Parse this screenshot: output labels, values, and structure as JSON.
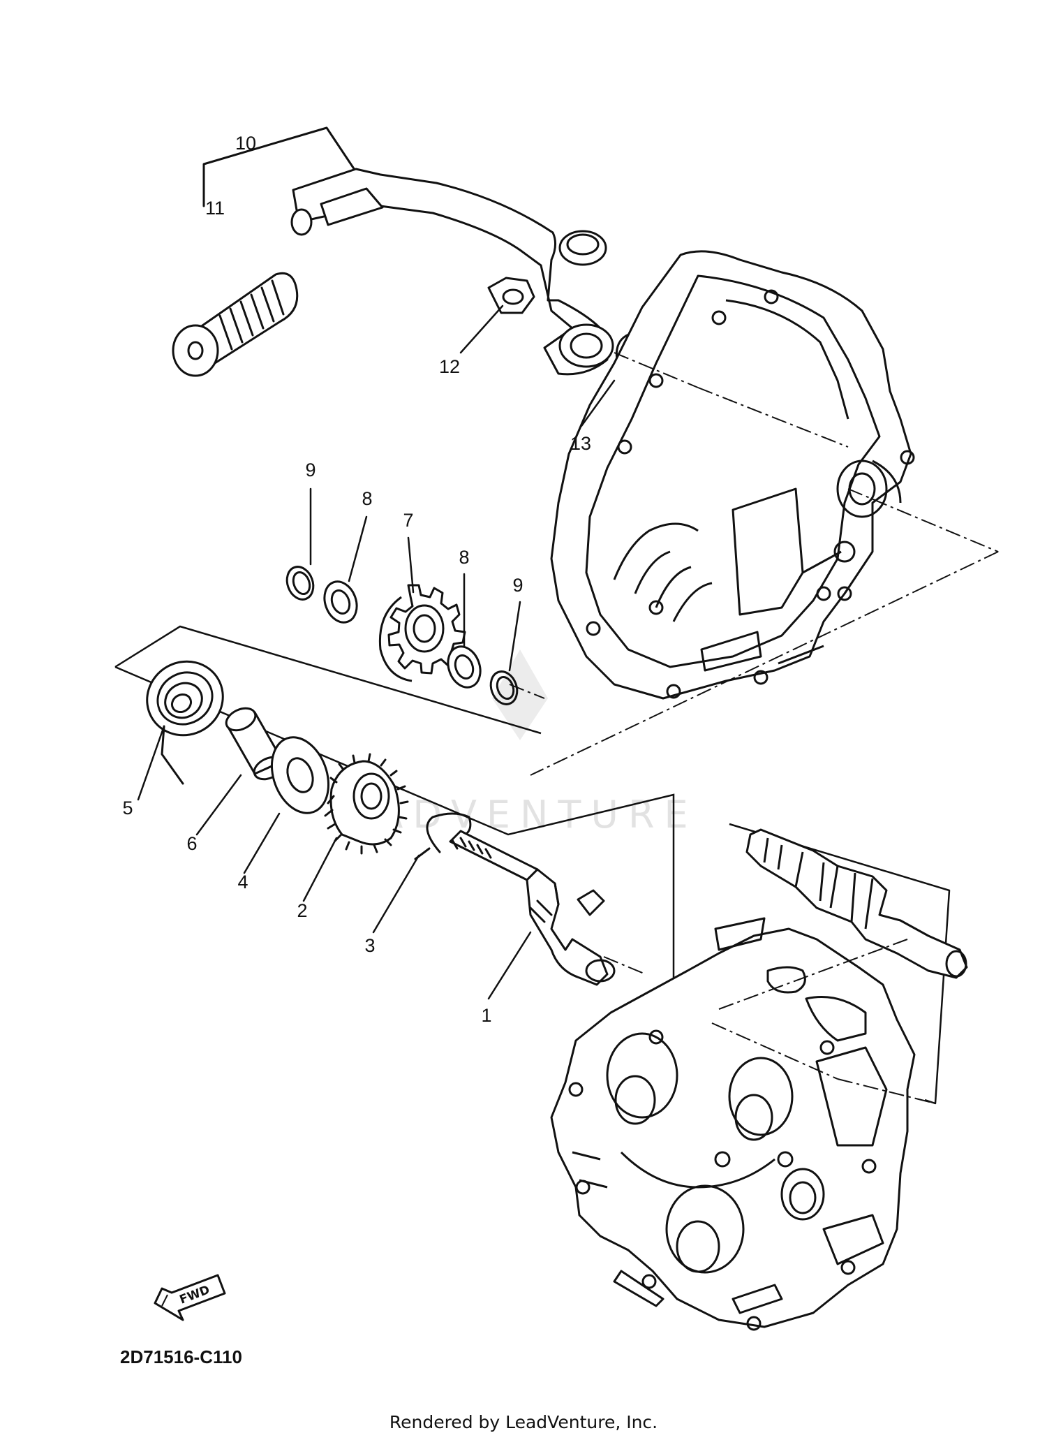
{
  "diagram": {
    "reference_code": "2D71516-C110",
    "footer_credit": "Rendered by LeadVenture, Inc.",
    "watermark_text": "ADVENTURE",
    "forward_marker": "FWD",
    "callouts": [
      {
        "id": "c1",
        "label": "1"
      },
      {
        "id": "c2",
        "label": "2"
      },
      {
        "id": "c3",
        "label": "3"
      },
      {
        "id": "c4",
        "label": "4"
      },
      {
        "id": "c5",
        "label": "5"
      },
      {
        "id": "c6",
        "label": "6"
      },
      {
        "id": "c7",
        "label": "7"
      },
      {
        "id": "c8a",
        "label": "8"
      },
      {
        "id": "c8b",
        "label": "8"
      },
      {
        "id": "c9a",
        "label": "9"
      },
      {
        "id": "c9b",
        "label": "9"
      },
      {
        "id": "c10",
        "label": "10"
      },
      {
        "id": "c11",
        "label": "11"
      },
      {
        "id": "c12",
        "label": "12"
      },
      {
        "id": "c13",
        "label": "13"
      }
    ]
  }
}
